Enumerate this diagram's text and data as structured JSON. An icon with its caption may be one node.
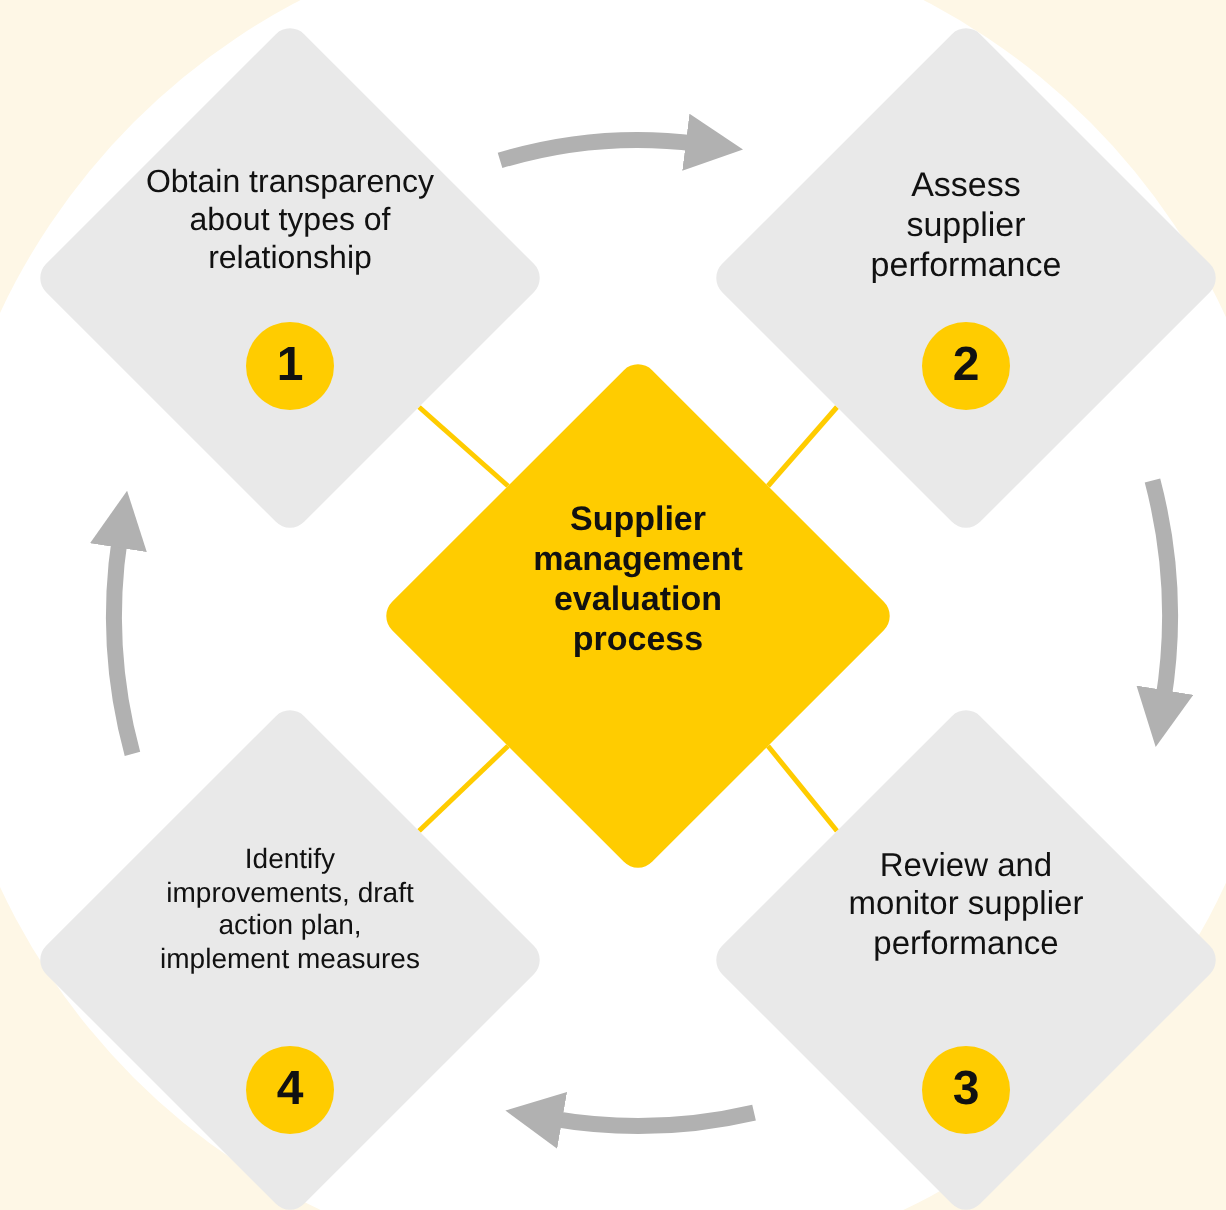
{
  "diagram": {
    "nodes": [
      {
        "text": [
          "Obtain transparency about types of relationship",
          "1"
        ]
      },
      {
        "text": [
          "Assess supplier performance",
          "2"
        ]
      },
      {
        "text": [
          "Supplier management evaluation process"
        ]
      },
      {
        "text": [
          "Identify improvements, draft action plan, implement measures",
          "4"
        ]
      },
      {
        "text": [
          "Review and monitor supplier performance",
          "3"
        ]
      }
    ],
    "edges": [
      {
        "from": 0,
        "to": 1,
        "arrow": "to",
        "style": "thick"
      },
      {
        "from": 1,
        "to": 4,
        "arrow": "to",
        "style": "thick"
      },
      {
        "from": 4,
        "to": 3,
        "arrow": "to",
        "style": "thick"
      },
      {
        "from": 3,
        "to": 0,
        "arrow": "to",
        "style": "thick"
      },
      {
        "from": 2,
        "to": 0,
        "arrow": "none",
        "color": "#ffcc00"
      },
      {
        "from": 2,
        "to": 1,
        "arrow": "none",
        "color": "#ffcc00"
      },
      {
        "from": 2,
        "to": 3,
        "arrow": "none",
        "color": "#ffcc00"
      },
      {
        "from": 2,
        "to": 4,
        "arrow": "none",
        "color": "#ffcc00"
      }
    ]
  }
}
